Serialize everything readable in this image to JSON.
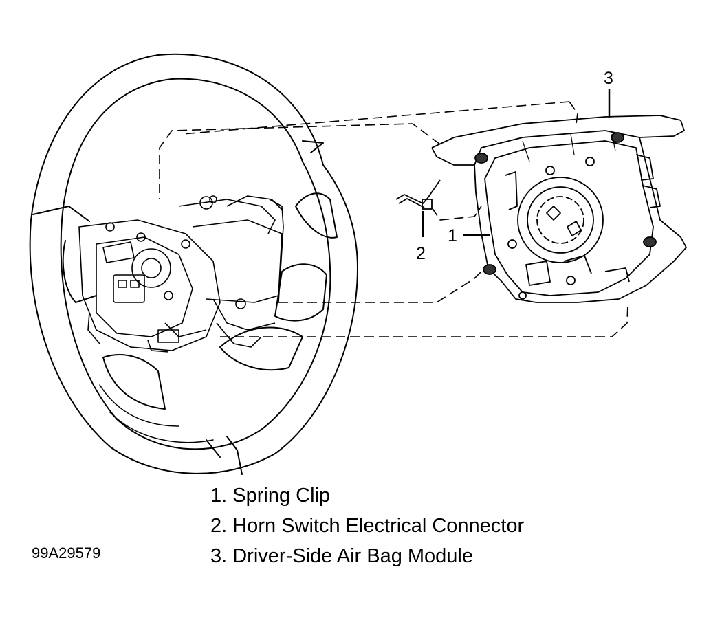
{
  "callouts": {
    "one": "1",
    "two": "2",
    "three": "3"
  },
  "legend": [
    "1. Spring Clip",
    "2. Horn Switch Electrical Connector",
    "3. Driver-Side Air Bag Module"
  ],
  "figure_code": "99A29579"
}
